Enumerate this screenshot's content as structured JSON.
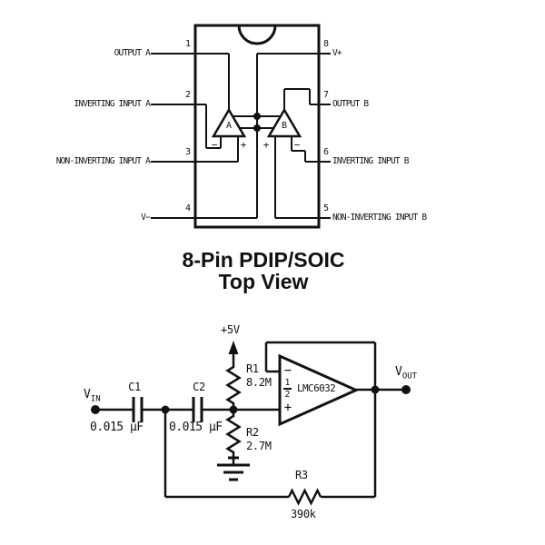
{
  "pinout": {
    "pins": [
      {
        "num": "1",
        "label": "OUTPUT A"
      },
      {
        "num": "2",
        "label": "INVERTING INPUT A"
      },
      {
        "num": "3",
        "label": "NON-INVERTING INPUT A"
      },
      {
        "num": "4",
        "label": "V−"
      },
      {
        "num": "5",
        "label": "NON-INVERTING INPUT B"
      },
      {
        "num": "6",
        "label": "INVERTING INPUT B"
      },
      {
        "num": "7",
        "label": "OUTPUT B"
      },
      {
        "num": "8",
        "label": "V+"
      }
    ],
    "amp_a": {
      "name": "A",
      "left_sign": "−",
      "right_sign": "+"
    },
    "amp_b": {
      "name": "B",
      "left_sign": "+",
      "right_sign": "−"
    },
    "caption_line1": "8-Pin PDIP/SOIC",
    "caption_line2": "Top View"
  },
  "circuit": {
    "vin": {
      "base": "V",
      "sub": "IN"
    },
    "vout": {
      "base": "V",
      "sub": "OUT"
    },
    "supply_label": "+5V",
    "components": {
      "c1": {
        "name": "C1",
        "value": "0.015 μF"
      },
      "c2": {
        "name": "C2",
        "value": "0.015 μF"
      },
      "r1": {
        "name": "R1",
        "value": "8.2M"
      },
      "r2": {
        "name": "R2",
        "value": "2.7M"
      },
      "r3": {
        "name": "R3",
        "value": "390k"
      }
    },
    "opamp": {
      "minus": "−",
      "plus": "+",
      "fraction_numerator": "1",
      "fraction_denominator": "2",
      "part_number": "LMC6032"
    }
  },
  "colors": {
    "ink": "#111111",
    "background": "#ffffff"
  }
}
